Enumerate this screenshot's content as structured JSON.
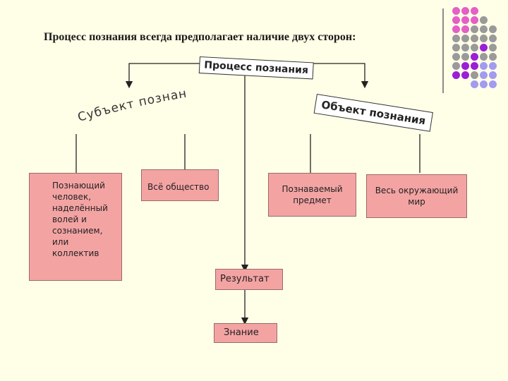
{
  "header": {
    "title": "Процесс познания всегда предполагает наличие двух сторон:"
  },
  "diagram": {
    "process_label": "Процесс познания",
    "subject_label": "Субъект познания",
    "object_label": "Объект познания",
    "subject_items": [
      "Познающий человек, наделённый волей и сознанием, или коллектив",
      "Всё общество"
    ],
    "object_items": [
      "Познаваемый предмет",
      "Весь окружающий мир"
    ],
    "result_label": "Результат",
    "knowledge_label": "Знание"
  },
  "decor": {
    "colors": {
      "pink": "#e45fc6",
      "gray": "#9a9a9a",
      "purple": "#9b1fd6",
      "lavender": "#a29bf0",
      "box_fill": "#f4a3a3",
      "background": "#ffffe7"
    }
  }
}
